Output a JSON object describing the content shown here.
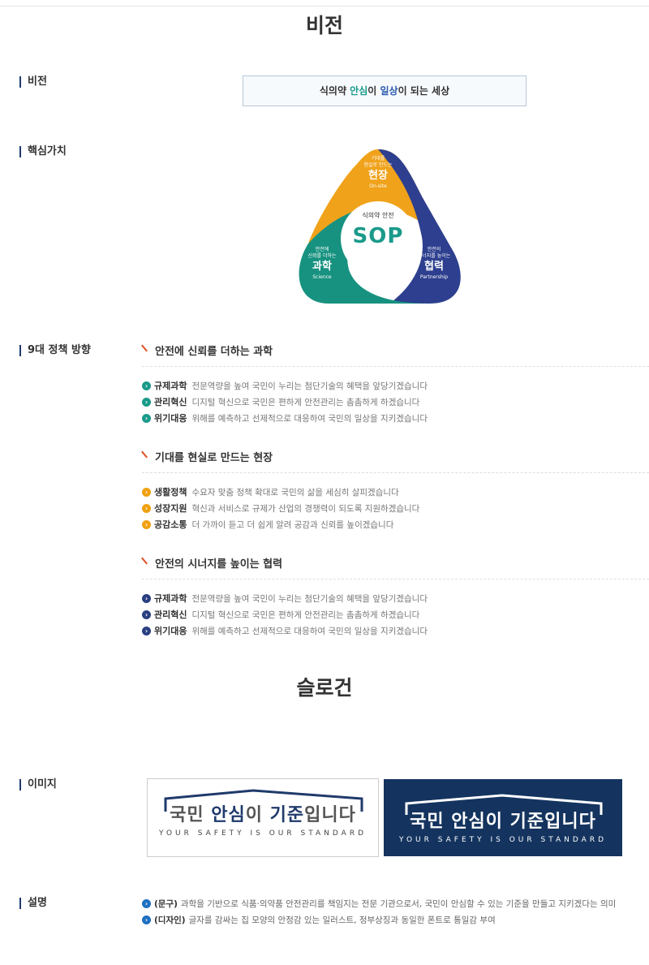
{
  "vision_title": "비전",
  "labels": {
    "vision": "비전",
    "core": "핵심가치",
    "policy": "9대 정책 방향",
    "image": "이미지",
    "desc": "설명"
  },
  "vision": {
    "pre": "식의약 ",
    "a": "안심",
    "mid": "이 ",
    "b": "일상",
    "post": "이 되는 세상"
  },
  "sop": {
    "center_top": "식의약 안전",
    "logo": "SOP",
    "top": {
      "sub1": "기대를",
      "sub2": "현실로 만드는",
      "title": "현장",
      "en": "On-site"
    },
    "left": {
      "sub1": "안전에",
      "sub2": "신뢰를 더하는",
      "title": "과학",
      "en": "Science"
    },
    "right": {
      "sub1": "안전의",
      "sub2": "시너지를 높이는",
      "title": "협력",
      "en": "Partnership"
    }
  },
  "sections": [
    {
      "title": "안전에 신뢰를 더하는 과학",
      "color": "#1a9a8a",
      "items": [
        {
          "k": "규제과학",
          "t": "전문역량을 높여 국민이 누리는 첨단기술의 혜택을 앞당기겠습니다"
        },
        {
          "k": "관리혁신",
          "t": "디지털 혁신으로 국민은 편하게 안전관리는 촘촘하게 하겠습니다"
        },
        {
          "k": "위기대응",
          "t": "위해를 예측하고 선제적으로 대응하여 국민의 일상을 지키겠습니다"
        }
      ]
    },
    {
      "title": "기대를 현실로 만드는 현장",
      "color": "#f0a010",
      "items": [
        {
          "k": "생활정책",
          "t": "수요자 맞춤 정책 확대로 국민의 삶을 세심히 살피겠습니다"
        },
        {
          "k": "성장지원",
          "t": "혁신과 서비스로 규제가 산업의 경쟁력이 되도록 지원하겠습니다"
        },
        {
          "k": "공감소통",
          "t": "더 가까이 듣고 더 쉽게 알려 공감과 신뢰를 높이겠습니다"
        }
      ]
    },
    {
      "title": "안전의 시너지를 높이는 협력",
      "color": "#2a3f80",
      "items": [
        {
          "k": "규제과학",
          "t": "전문역량을 높여 국민이 누리는 첨단기술의 혜택을 앞당기겠습니다"
        },
        {
          "k": "관리혁신",
          "t": "디지털 혁신으로 국민은 편하게 안전관리는 촘촘하게 하겠습니다"
        },
        {
          "k": "위기대응",
          "t": "위해를 예측하고 선제적으로 대응하여 국민의 일상을 지키겠습니다"
        }
      ]
    }
  ],
  "slogan_title": "슬로건",
  "slogan": {
    "k1": "국민 ",
    "k2": "안심",
    "k3": "이 ",
    "k4": "기준",
    "k5": "입니다",
    "en": "YOUR SAFETY IS OUR STANDARD"
  },
  "desc": [
    {
      "k": "(문구)",
      "t": "과학을 기반으로 식품·의약품 안전관리를 책임지는 전문 기관으로서, 국민이 안심할 수 있는 기준을 만들고 지키겠다는 의미"
    },
    {
      "k": "(디자인)",
      "t": "글자를 감싸는 집 모양의 안정감 있는 일러스트, 정부상징과 동일한 폰트로 통일감 부여"
    }
  ]
}
